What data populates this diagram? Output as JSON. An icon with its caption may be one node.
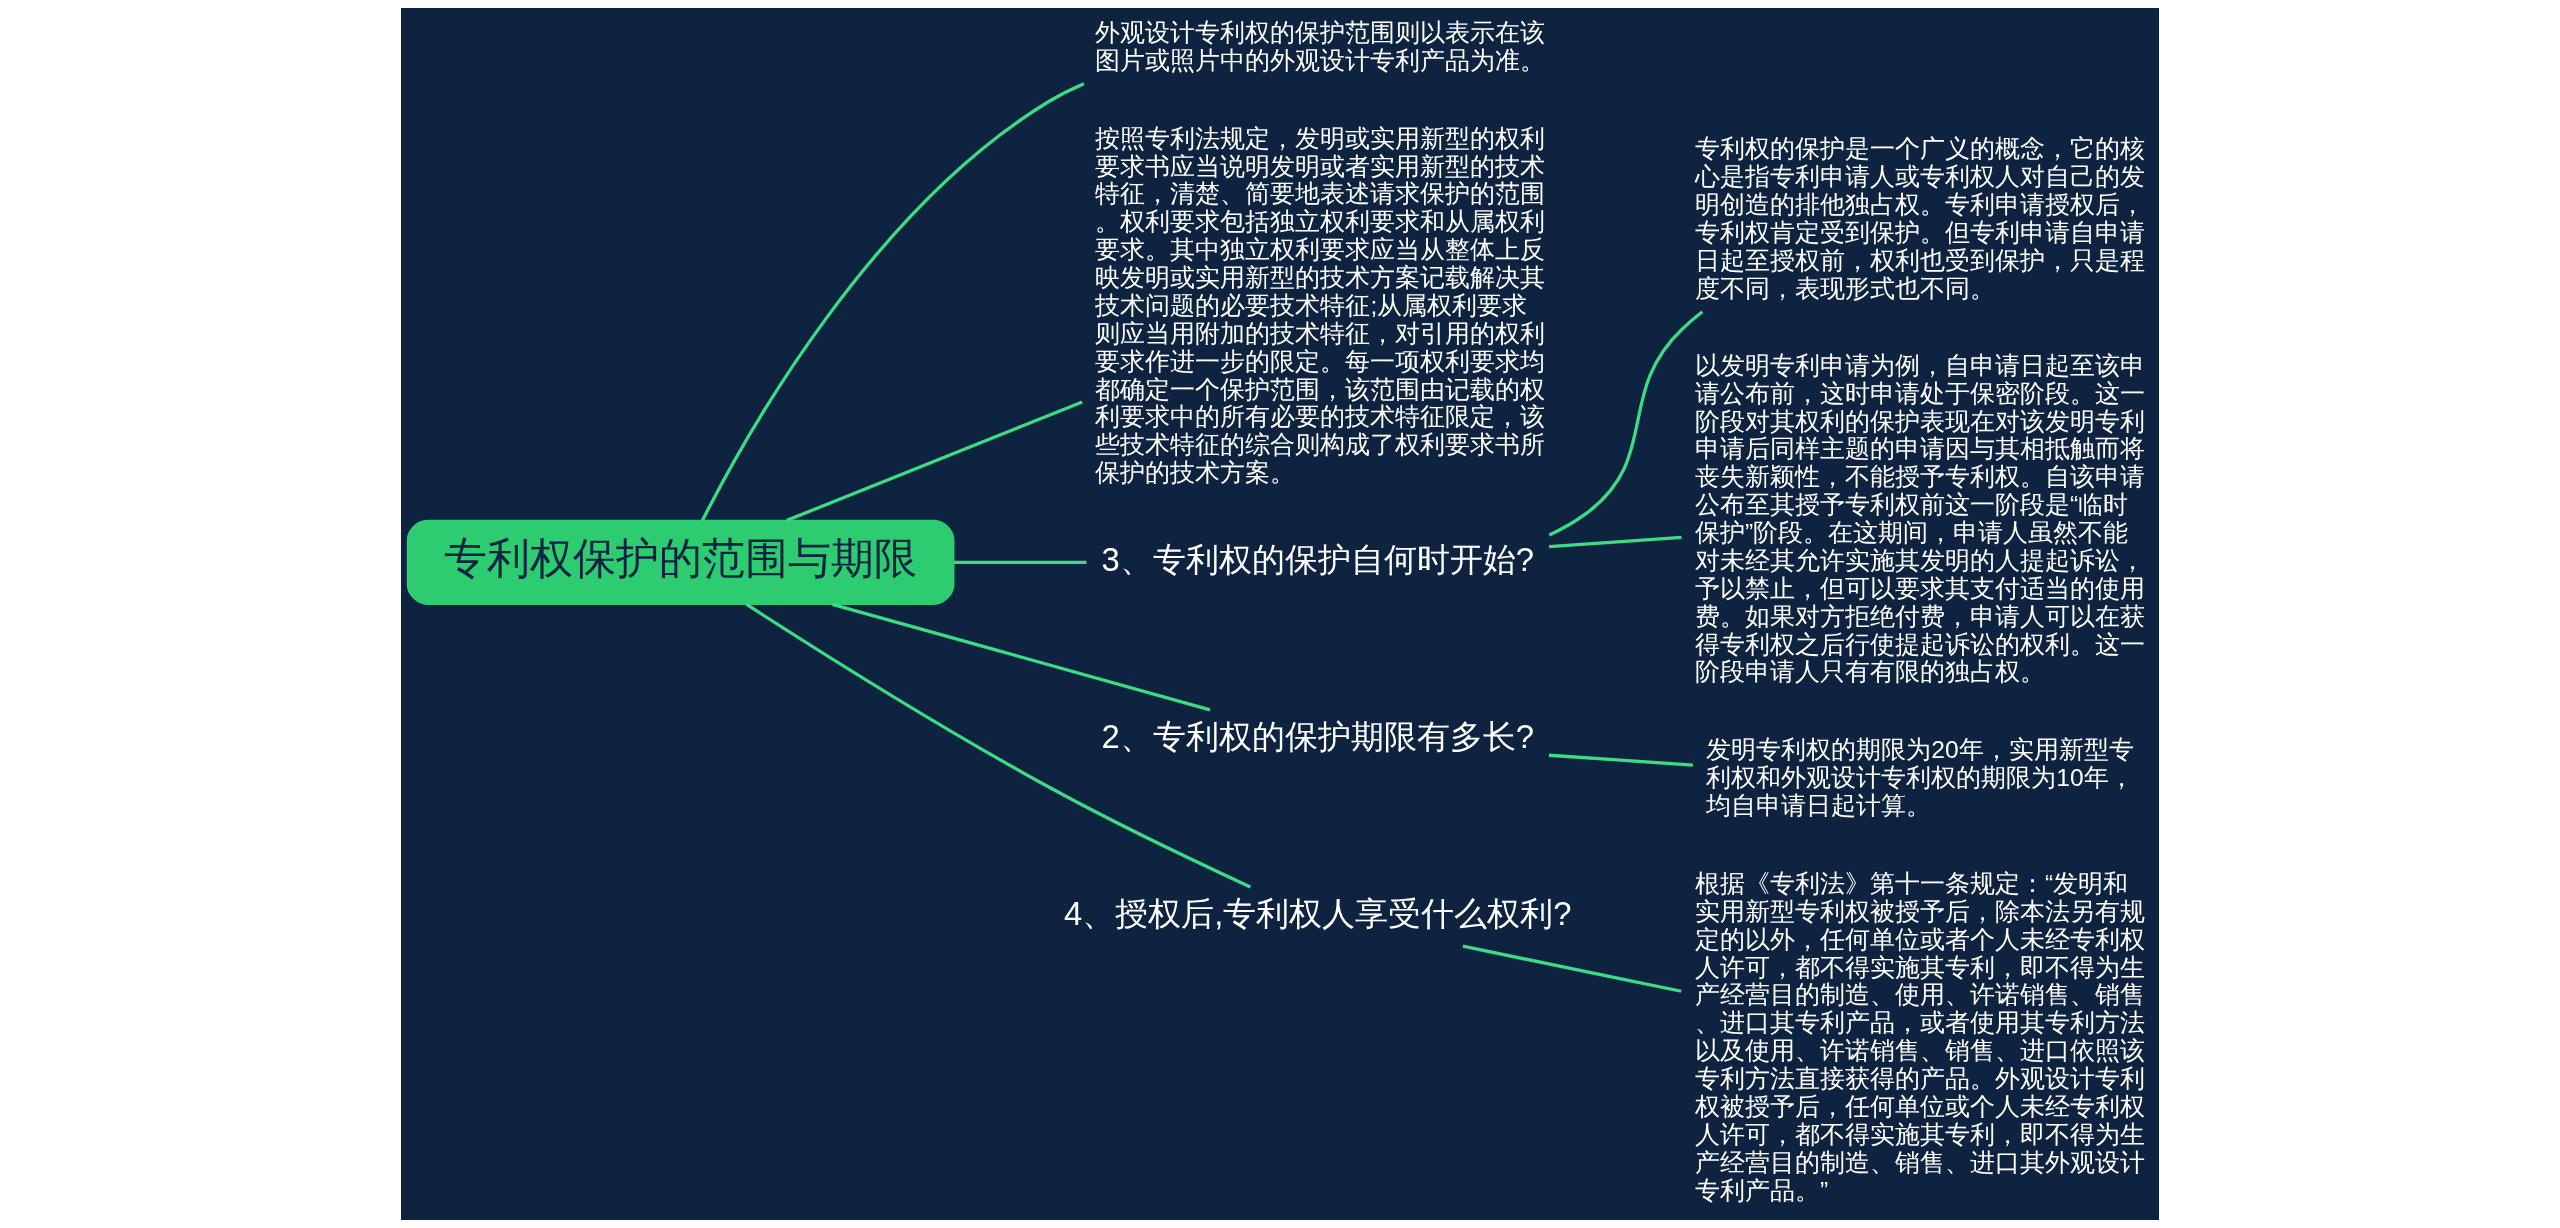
{
  "diagram": {
    "nodes": [
      {
        "text": [
          "专利权保护的范围与期限"
        ]
      },
      {
        "text": [
          "外观设计专利权的保护范围则以表示在该图片或照片中的外观设计专利产品为准。"
        ]
      },
      {
        "text": [
          "按照专利法规定，发明或实用新型的权利要求书应当说明发明或者实用新型的技术特征，清楚、简要地表述请求保护的范围。权利要求包括独立权利要求和从属权利要求。其中独立权利要求应当从整体上反映发明或实用新型的技术方案记载解决其技术问题的必要技术特征;从属权利要求则应当用附加的技术特征，对引用的权利要求作进一步的限定。每一项权利要求均都确定一个保护范围，该范围由记载的权利要求中的所有必要的技术特征限定，该些技术特征的综合则构成了权利要求书所保护的技术方案。"
        ]
      },
      {
        "text": [
          "3、专利权的保护自何时开始?"
        ]
      },
      {
        "text": [
          "专利权的保护是一个广义的概念，它的核心是指专利申请人或专利权人对自己的发明创造的排他独占权。专利申请授权后，专利权肯定受到保护。但专利申请自申请日起至授权前，权利也受到保护，只是程度不同，表现形式也不同。"
        ]
      },
      {
        "text": [
          "以发明专利申请为例，自申请日起至该申请公布前，这时申请处于保密阶段。这一阶段对其权利的保护表现在对该发明专利申请后同样主题的申请因与其相抵触而将丧失新颖性，不能授予专利权。自该申请公布至其授予专利权前这一阶段是“临时保护”阶段。在这期间，申请人虽然不能对未经其允许实施其发明的人提起诉讼，予以禁止，但可以要求其支付适当的使用费。如果对方拒绝付费，申请人可以在获得专利权之后行使提起诉讼的权利。这一阶段申请人只有有限的独占权。"
        ]
      },
      {
        "text": [
          "2、专利权的保护期限有多长?"
        ]
      },
      {
        "text": [
          "发明专利权的期限为20年，实用新型专利权和外观设计专利权的期限为10年，均自申请日起计算。"
        ]
      },
      {
        "text": [
          "4、授权后,专利权人享受什么权利?"
        ]
      },
      {
        "text": [
          "根据《专利法》第十一条规定：“发明和实用新型专利权被授予后，除本法另有规定的以外，任何单位或者个人未经专利权人许可，都不得实施其专利，即不得为生产经营目的制造、使用、许诺销售、销售、进口其专利产品，或者使用其专利方法以及使用、许诺销售、销售、进口依照该专利方法直接获得的产品。外观设计专利权被授予后，任何单位或个人未经专利权人许可，都不得实施其专利，即不得为生产经营目的制造、销售、进口其外观设计专利产品。”"
        ]
      }
    ],
    "edges": [
      {
        "from": 0,
        "to": 1,
        "arrow": "none"
      },
      {
        "from": 0,
        "to": 2,
        "arrow": "none"
      },
      {
        "from": 0,
        "to": 3,
        "arrow": "none"
      },
      {
        "from": 3,
        "to": 4,
        "arrow": "none"
      },
      {
        "from": 3,
        "to": 5,
        "arrow": "none"
      },
      {
        "from": 0,
        "to": 6,
        "arrow": "none"
      },
      {
        "from": 6,
        "to": 7,
        "arrow": "none"
      },
      {
        "from": 0,
        "to": 8,
        "arrow": "none"
      },
      {
        "from": 8,
        "to": 9,
        "arrow": "none"
      }
    ]
  }
}
